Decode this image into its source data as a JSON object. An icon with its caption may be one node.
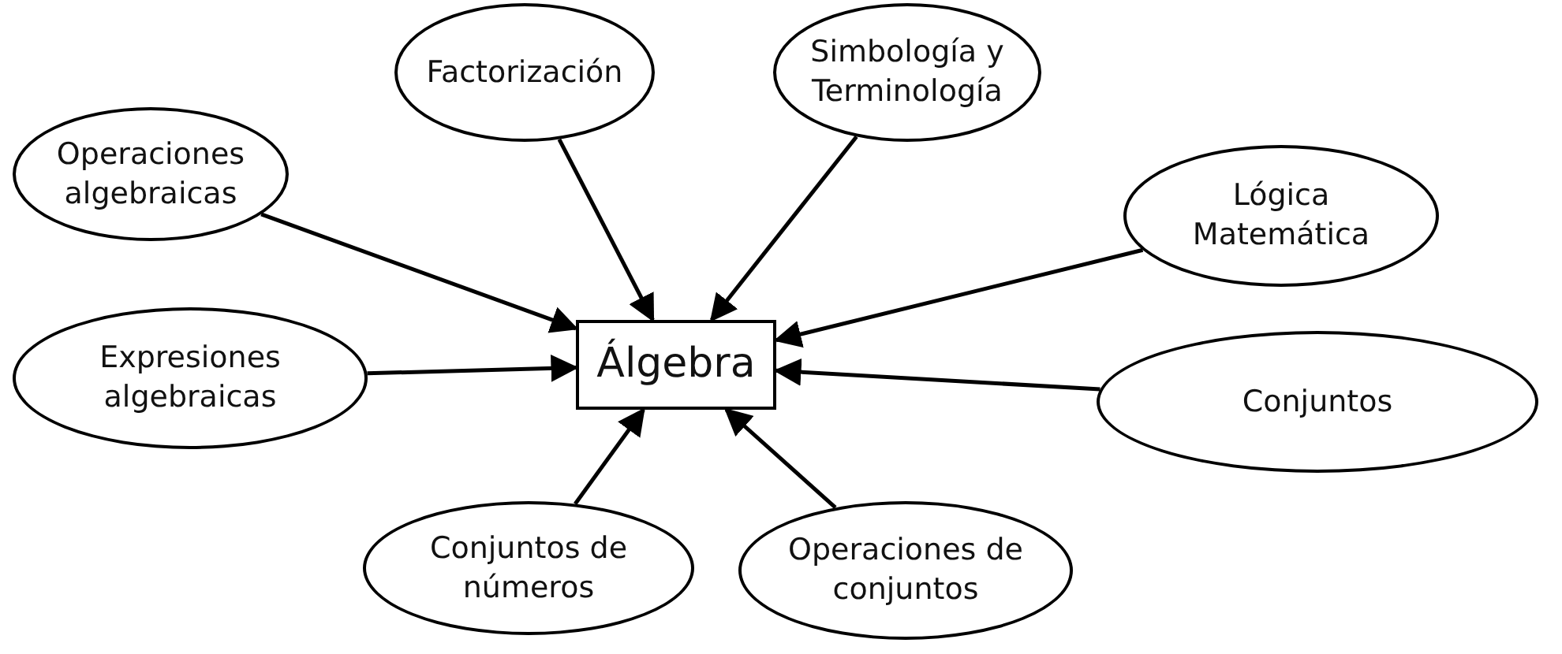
{
  "diagram": {
    "nodes": [
      {
        "text": [
          "Factorización"
        ]
      },
      {
        "text": [
          "Simbología y Terminología"
        ]
      },
      {
        "text": [
          "Operaciones algebraicas"
        ]
      },
      {
        "text": [
          "Lógica Matemática"
        ]
      },
      {
        "text": [
          "Álgebra"
        ]
      },
      {
        "text": [
          "Expresiones algebraicas"
        ]
      },
      {
        "text": [
          "Conjuntos"
        ]
      },
      {
        "text": [
          "Conjuntos de números"
        ]
      },
      {
        "text": [
          "Operaciones de conjuntos"
        ]
      }
    ],
    "edges": [
      {
        "from": 0,
        "to": 4,
        "arrow": "to"
      },
      {
        "from": 1,
        "to": 4,
        "arrow": "to"
      },
      {
        "from": 2,
        "to": 4,
        "arrow": "to"
      },
      {
        "from": 3,
        "to": 4,
        "arrow": "to"
      },
      {
        "from": 5,
        "to": 4,
        "arrow": "to"
      },
      {
        "from": 6,
        "to": 4,
        "arrow": "to"
      },
      {
        "from": 7,
        "to": 4,
        "arrow": "to"
      },
      {
        "from": 8,
        "to": 4,
        "arrow": "to"
      }
    ]
  }
}
